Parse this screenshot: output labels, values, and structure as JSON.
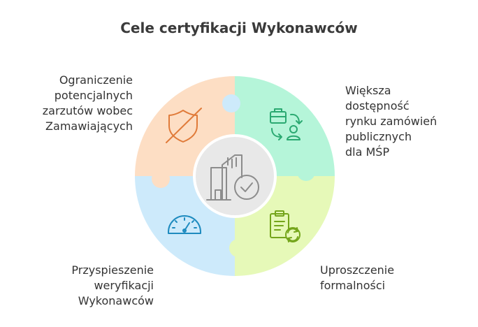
{
  "title": "Cele certyfikacji Wykonawców",
  "segments": [
    {
      "id": "top-left",
      "label": "Ograniczenie\npotencjalnych\nzarzutów wobec\nZamawiających",
      "icon": "shield-off-icon",
      "color": "#FDDEC4"
    },
    {
      "id": "top-right",
      "label": "Większa\ndostępność\nrynku zamówień\npublicznych\ndla MŚP",
      "icon": "briefcase-person-exchange-icon",
      "color": "#B5F5D9"
    },
    {
      "id": "bottom-left",
      "label": "Przyspieszenie\nweryfikacji\nWykonawców",
      "icon": "speedometer-icon",
      "color": "#CDEAFB"
    },
    {
      "id": "bottom-right",
      "label": "Uproszczenie\nformalności",
      "icon": "clipboard-refresh-icon",
      "color": "#E6F9B8"
    }
  ],
  "center": {
    "icon": "buildings-check-icon",
    "color": "#E8E8E8"
  },
  "colors": {
    "icon_orange": "#E07B3A",
    "icon_green": "#2AA971",
    "icon_blue": "#1E8BBF",
    "icon_lime": "#74A51B",
    "icon_gray": "#8C8C8C"
  }
}
